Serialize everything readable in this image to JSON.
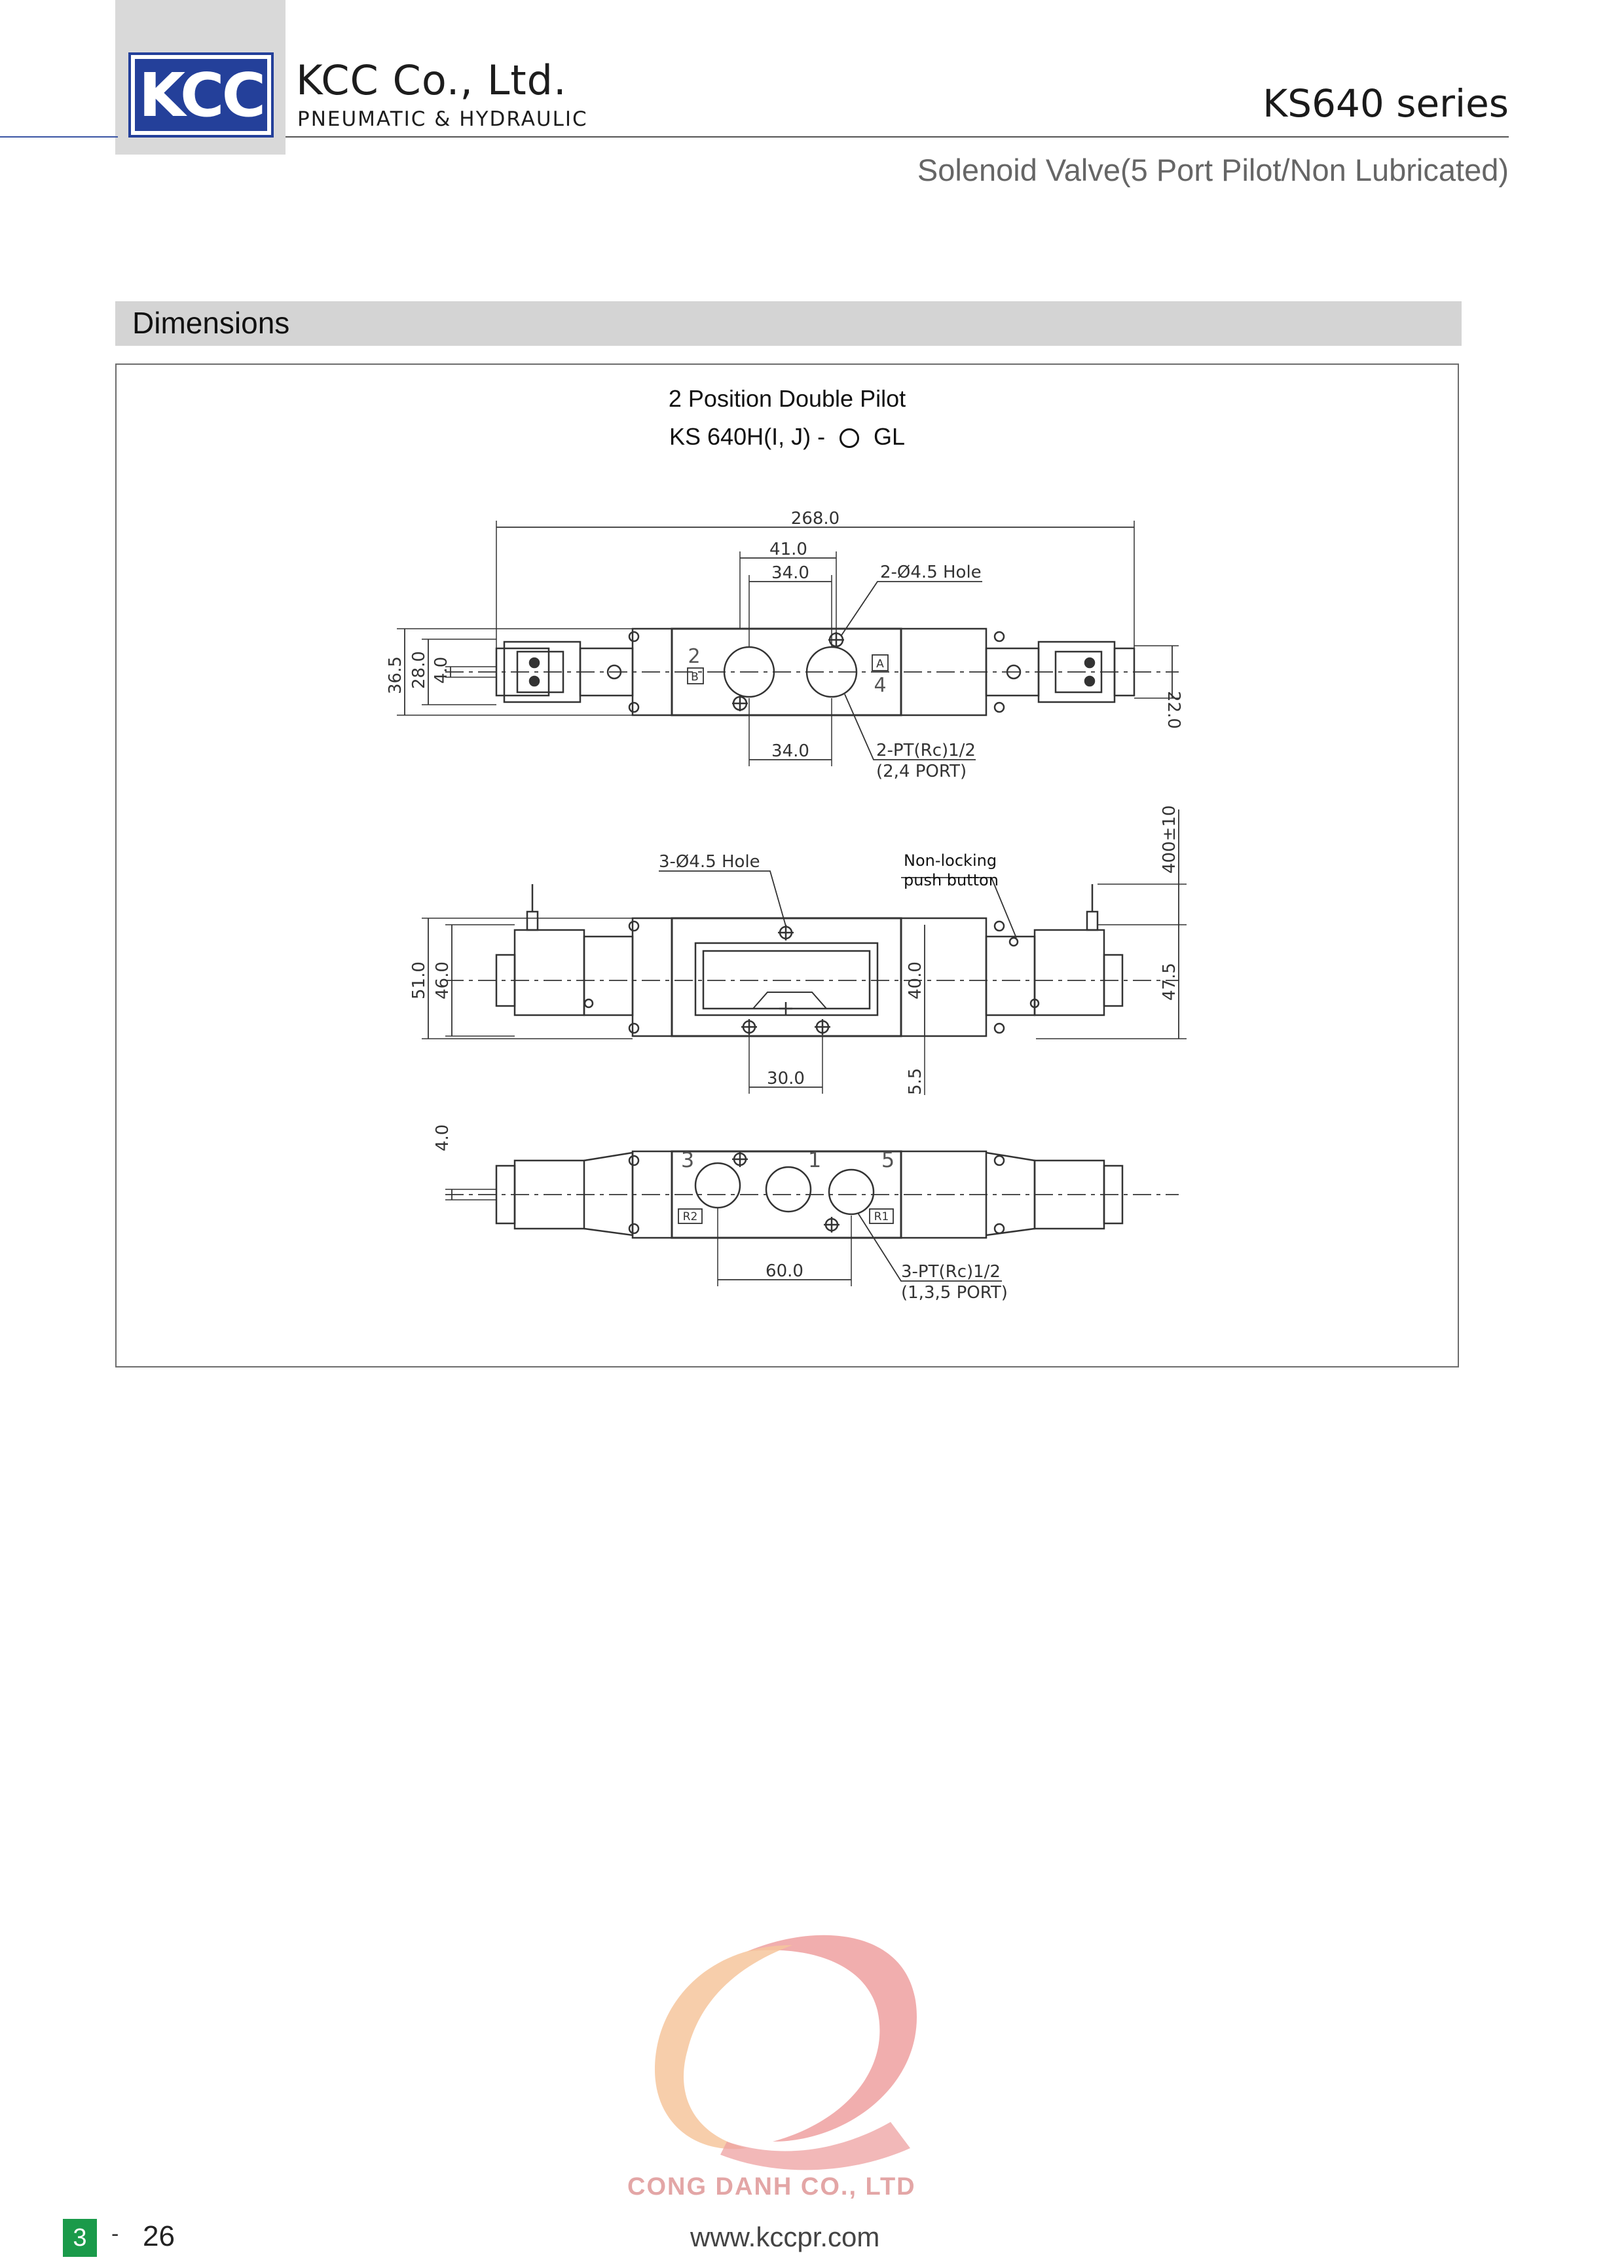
{
  "header": {
    "logo_text": "KCC",
    "company_name": "KCC Co., Ltd.",
    "company_sub": "PNEUMATIC & HYDRAULIC",
    "series": "KS640 series",
    "subtitle": "Solenoid Valve(5 Port Pilot/Non Lubricated)"
  },
  "section": {
    "title": "Dimensions"
  },
  "drawing": {
    "title": "2 Position Double Pilot",
    "model_prefix": "KS 640H(I, J) -",
    "model_suffix": "GL",
    "top_view": {
      "overall_length": "268.0",
      "dim_41": "41.0",
      "dim_34_top": "34.0",
      "hole_note": "2-Ø4.5 Hole",
      "height_36_5": "36.5",
      "height_28": "28.0",
      "height_4": "4.0",
      "right_22": "22.0",
      "dim_34_bottom": "34.0",
      "port_note_line1": "2-PT(Rc)1/2",
      "port_note_line2": "(2,4 PORT)",
      "port_2": "2",
      "port_4": "4",
      "marker_b": "B",
      "marker_a": "A"
    },
    "front_view": {
      "hole_note": "3-Ø4.5 Hole",
      "button_note_line1": "Non-locking",
      "button_note_line2": "push button",
      "lead_length": "400±10",
      "height_51": "51.0",
      "height_46": "46.0",
      "height_40": "40.0",
      "height_47_5": "47.5",
      "dim_30": "30.0",
      "dim_5_5": "5.5"
    },
    "bottom_view": {
      "dim_4": "4.0",
      "port_3": "3",
      "port_1": "1",
      "port_5": "5",
      "marker_r2": "R2",
      "marker_r1": "R1",
      "dim_60": "60.0",
      "port_note_line1": "3-PT(Rc)1/2",
      "port_note_line2": "(1,3,5 PORT)"
    }
  },
  "watermark": {
    "text": "CONG DANH CO., LTD"
  },
  "footer": {
    "chapter": "3",
    "separator": "-",
    "page": "26",
    "website": "www.kccpr.com"
  },
  "colors": {
    "logo_blue": "#24409a",
    "chapter_green": "#1a9a4a",
    "watermark_red": "#e89a9a",
    "watermark_orange": "#f4c79a"
  }
}
